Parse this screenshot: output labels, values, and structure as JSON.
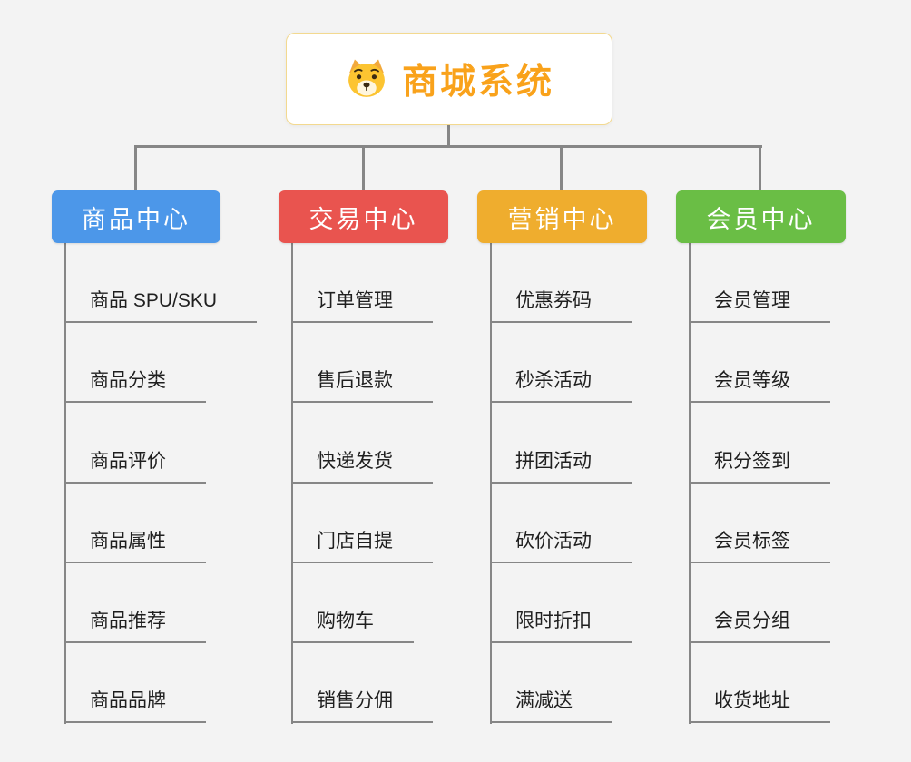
{
  "root": {
    "title": "商城系统",
    "icon": "dog-icon"
  },
  "line_color": "#868686",
  "branches": [
    {
      "label": "商品中心",
      "color": "#4C97E9",
      "children": [
        "商品 SPU/SKU",
        "商品分类",
        "商品评价",
        "商品属性",
        "商品推荐",
        "商品品牌"
      ]
    },
    {
      "label": "交易中心",
      "color": "#E9544F",
      "children": [
        "订单管理",
        "售后退款",
        "快递发货",
        "门店自提",
        "购物车",
        "销售分佣"
      ]
    },
    {
      "label": "营销中心",
      "color": "#EFAD2E",
      "children": [
        "优惠券码",
        "秒杀活动",
        "拼团活动",
        "砍价活动",
        "限时折扣",
        "满减送"
      ]
    },
    {
      "label": "会员中心",
      "color": "#6ABE45",
      "children": [
        "会员管理",
        "会员等级",
        "积分签到",
        "会员标签",
        "会员分组",
        "收货地址"
      ]
    }
  ]
}
